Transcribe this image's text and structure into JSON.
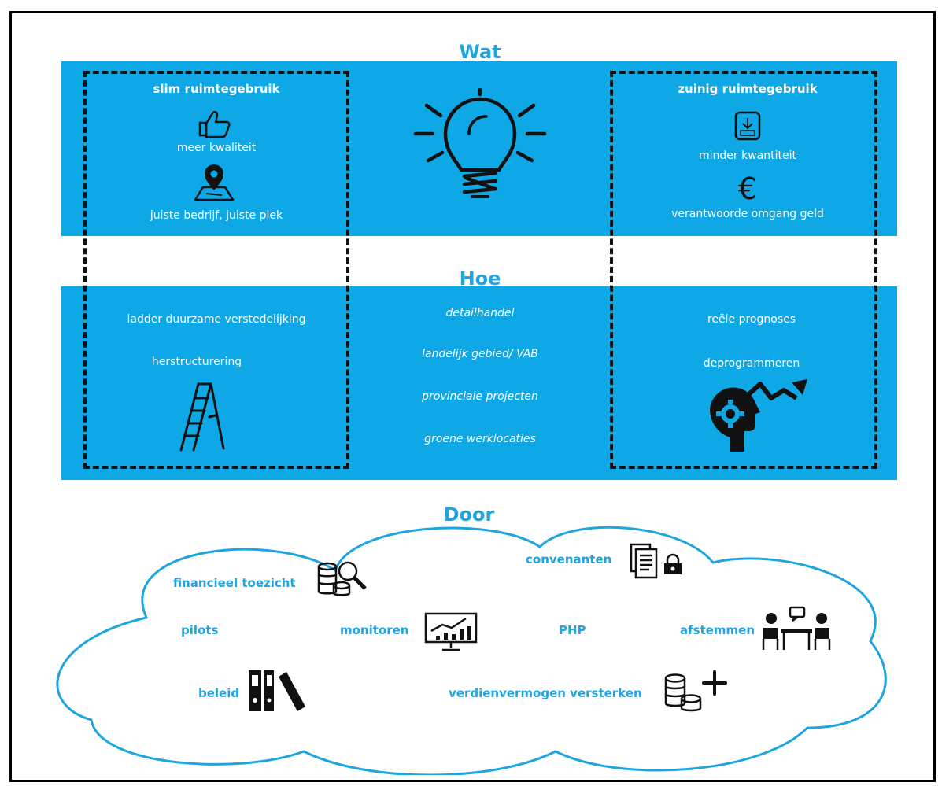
{
  "sections": {
    "wat": "Wat",
    "hoe": "Hoe",
    "door": "Door"
  },
  "wat": {
    "left": {
      "title": "slim ruimtegebruik",
      "item1": "meer kwaliteit",
      "item2": "juiste bedrijf, juiste plek"
    },
    "right": {
      "title": "zuinig  ruimtegebruik",
      "item1": "minder kwantiteit",
      "item2": "verantwoorde omgang geld",
      "euro": "€"
    }
  },
  "hoe": {
    "left": {
      "item1": "ladder duurzame verstedelijking",
      "item2": "herstructurering"
    },
    "center": [
      "detailhandel",
      "landelijk gebied/ VAB",
      "provinciale projecten",
      "groene werklocaties"
    ],
    "right": {
      "item1": "reële prognoses",
      "item2": "deprogrammeren"
    }
  },
  "door": {
    "financieel": "financieel toezicht",
    "convenanten": "convenanten",
    "pilots": "pilots",
    "monitoren": "monitoren",
    "php": "PHP",
    "afstemmen": "afstemmen",
    "beleid": "beleid",
    "verdienvermogen": "verdienvermogen versterken"
  },
  "colors": {
    "band": "#0fa8e6",
    "accent_text": "#1ea5e0",
    "cloud_outline": "#1ea5e0"
  },
  "icons": [
    "thumbs-up-icon",
    "map-pin-icon",
    "lightbulb-icon",
    "download-box-icon",
    "euro-icon",
    "ladder-icon",
    "head-gear-chart-icon",
    "coins-magnifier-icon",
    "documents-lock-icon",
    "monitor-chart-icon",
    "meeting-icon",
    "binders-icon",
    "coins-plus-icon"
  ]
}
